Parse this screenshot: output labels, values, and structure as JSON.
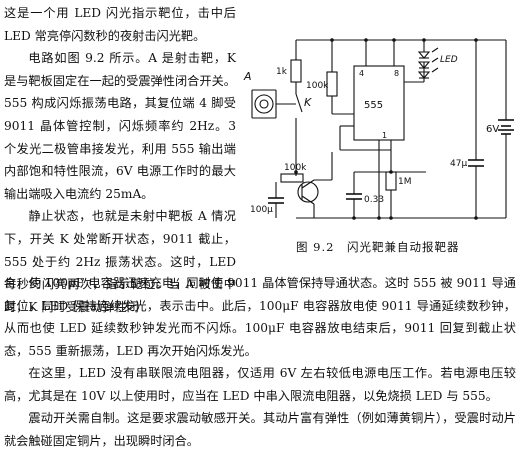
{
  "left_paragraphs": [
    {
      "text": "这是一个用 LED 闪光指示靶位，击中后 LED 常亮停闪数秒的夜射击闪光靶。",
      "indent": false
    },
    {
      "text": "电路如图 9.2 所示。A 是射击靶，K 是与靶板固定在一起的受震弹性闭合开关。555 构成闪烁振荡电路，其复位端 4 脚受 9011 晶体管控制，闪烁频率约 2Hz。3 个发光二极管串接发光，利用 555 输出端内部饱和特性限流，6V 电源工作时的最大输出端吸入电流约 25mA。",
      "indent": true
    },
    {
      "text": "静止状态，也就是未射中靶板 A 情况下，开关 K 处常断开状态，9011 截止，555 处于约 2Hz 振荡状态。这时，LED 每秒约闪亮两次，指示靶位。当 A 被击中时，K 同时受震动弹性闭",
      "indent": true
    }
  ],
  "full_paragraphs": [
    {
      "text": "合，使 100μF 电容器迅速充电，同时使 9011 晶体管保持导通状态。这时 555 被 9011 导通复位，LED 保持连续发光，表示击中。此后，100μF 电容器放电使 9011 导通延续数秒钟，从而也使 LED 延续数秒钟发光而不闪烁。100μF 电容器放电结束后，9011 回复到截止状态，555 重新振荡，LED 再次开始闪烁发光。",
      "indent": false
    },
    {
      "text": "在这里，LED 没有串联限流电阻器，仅适用 6V 左右较低电源电压工作。若电源电压较高，尤其是在 10V 以上使用时，应当在 LED 中串入限流电阻器，以免烧损 LED 与 555。",
      "indent": true
    },
    {
      "text": "震动开关需自制。这是要求震动敏感开关。其动片富有弹性（例如薄黄铜片），受震时动片就会触碰固定铜片，出现瞬时闭合。",
      "indent": true
    }
  ],
  "caption": "图 9.2　闪光靶兼自动报靶器",
  "diagram": {
    "label_A": "A",
    "label_K": "K",
    "label_1k": "1k",
    "label_100k_top": "100k",
    "label_led": "LED",
    "label_555": "555",
    "pin_4": "4",
    "pin_8": "8",
    "pin_1": "1",
    "label_6v": "6V",
    "label_47u": "47μ",
    "label_100k_low": "100k",
    "label_1M": "1M",
    "label_033": "0.33",
    "label_100u": "100μ"
  }
}
